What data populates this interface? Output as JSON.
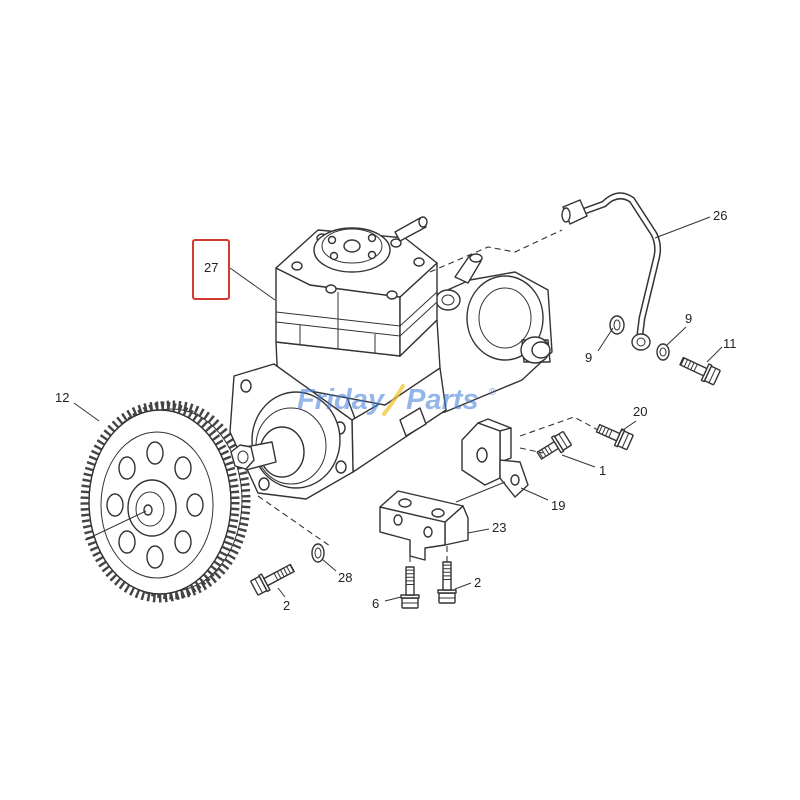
{
  "colors": {
    "background": "#ffffff",
    "line": "#333333",
    "highlight": "#d23a32",
    "watermark": "#3f7bd6",
    "watermark_accent": "#f0c028"
  },
  "watermark": {
    "word1": "Friday",
    "word2": "Parts",
    "mark": "®"
  },
  "callouts": [
    {
      "label": "27",
      "highlighted": true
    },
    {
      "label": "26",
      "highlighted": false
    },
    {
      "label": "9",
      "highlighted": false
    },
    {
      "label": "9",
      "highlighted": false
    },
    {
      "label": "11",
      "highlighted": false
    },
    {
      "label": "12",
      "highlighted": false
    },
    {
      "label": "20",
      "highlighted": false
    },
    {
      "label": "1",
      "highlighted": false
    },
    {
      "label": "19",
      "highlighted": false
    },
    {
      "label": "23",
      "highlighted": false
    },
    {
      "label": "28",
      "highlighted": false
    },
    {
      "label": "2",
      "highlighted": false
    },
    {
      "label": "6",
      "highlighted": false
    },
    {
      "label": "2",
      "highlighted": false
    }
  ]
}
